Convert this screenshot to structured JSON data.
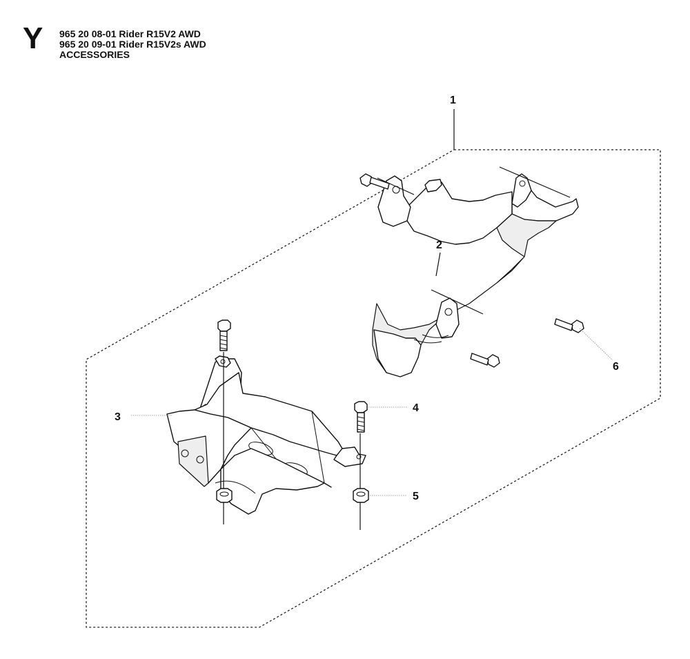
{
  "header": {
    "section_letter": "Y",
    "lines": [
      "965 20 08-01 Rider R15V2 AWD",
      "965 20 09-01 Rider R15V2s AWD",
      "ACCESSORIES"
    ]
  },
  "callouts": {
    "c1": "1",
    "c2": "2",
    "c3": "3",
    "c4": "4",
    "c5": "5",
    "c6": "6"
  }
}
